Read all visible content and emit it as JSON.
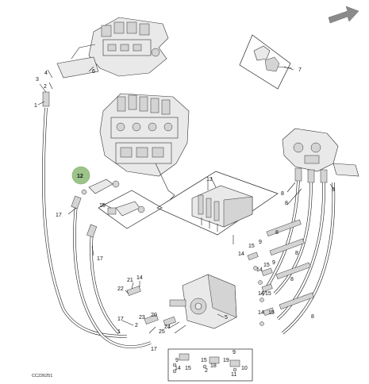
{
  "figure": {
    "code": "CC226251",
    "arrow_icon": "nav-arrow-icon",
    "highlight_color": "#9cc48a"
  },
  "callouts": {
    "c1a": "1",
    "c1b": "1",
    "c2a": "2",
    "c2b": "2",
    "c3": "3",
    "c4": "4",
    "c5": "5",
    "c6": "6",
    "c7": "7",
    "c8a": "8",
    "c8b": "8",
    "c8c": "8",
    "c8d": "8",
    "c8e": "8",
    "c8f": "8",
    "c8g": "8",
    "c9a": "9",
    "c9b": "9",
    "c9c": "9",
    "c9d": "9",
    "c10": "10",
    "c11": "11",
    "c12": "12",
    "c13": "13",
    "c14a": "14",
    "c14b": "14",
    "c14c": "14",
    "c14d": "14",
    "c14e": "14",
    "c14f": "14",
    "c15a": "15",
    "c15b": "15",
    "c15c": "15",
    "c15d": "15",
    "c15e": "15",
    "c15f": "15",
    "c16": "16",
    "c17a": "17",
    "c17b": "17",
    "c17c": "17",
    "c17d": "17",
    "c18": "18",
    "c19": "19",
    "c20": "20",
    "c21": "21",
    "c22": "22",
    "c23": "23",
    "c24": "24",
    "c25": "25"
  }
}
